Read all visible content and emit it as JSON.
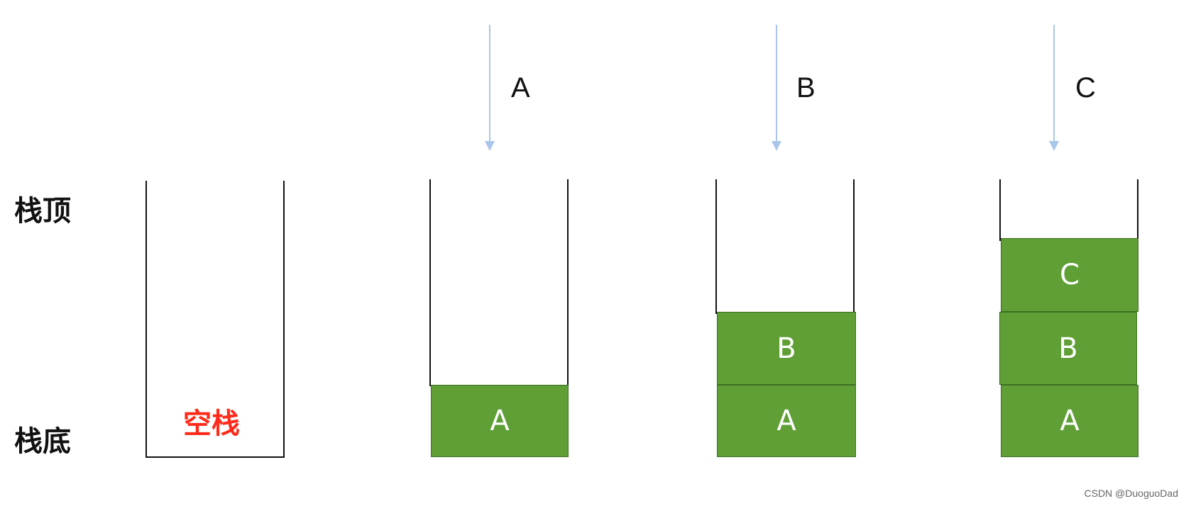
{
  "labels": {
    "stack_top": "栈顶",
    "stack_bottom": "栈底",
    "empty_stack": "空栈"
  },
  "pushes": [
    {
      "label": "A"
    },
    {
      "label": "B"
    },
    {
      "label": "C"
    }
  ],
  "stacks": [
    {
      "blocks": []
    },
    {
      "blocks": [
        "A"
      ]
    },
    {
      "blocks": [
        "A",
        "B"
      ]
    },
    {
      "blocks": [
        "A",
        "B",
        "C"
      ]
    }
  ],
  "colors": {
    "block_fill": "#5f9f35",
    "arrow": "#a9c6ea",
    "empty_label": "#ff2a1a"
  },
  "watermark": "CSDN @DuoguoDad"
}
